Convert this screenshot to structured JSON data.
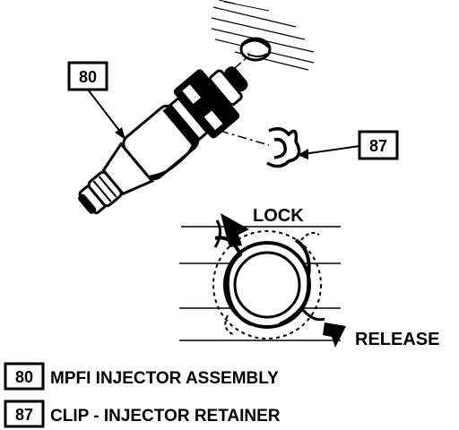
{
  "callouts": {
    "injector_number": "80",
    "clip_number": "87"
  },
  "detail": {
    "lock_label": "LOCK",
    "release_label": "RELEASE"
  },
  "legend": [
    {
      "number": "80",
      "text": "MPFI INJECTOR ASSEMBLY"
    },
    {
      "number": "87",
      "text": "CLIP - INJECTOR RETAINER"
    }
  ]
}
